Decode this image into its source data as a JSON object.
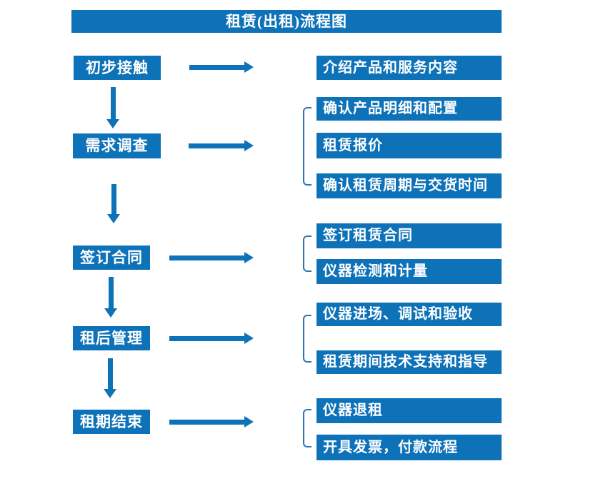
{
  "header": {
    "title": "租赁(出租)流程图"
  },
  "colors": {
    "primary": "#0e72b9",
    "bracket": "#2e75b6",
    "box_text": "#ffffff",
    "canvas": "#ffffff"
  },
  "flow": {
    "steps": [
      {
        "label": "初步接触",
        "details": [
          "介绍产品和服务内容"
        ]
      },
      {
        "label": "需求调查",
        "details": [
          "确认产品明细和配置",
          "租赁报价",
          "确认租赁周期与交货时间"
        ]
      },
      {
        "label": "签订合同",
        "details": [
          "签订租赁合同",
          "仪器检测和计量"
        ]
      },
      {
        "label": "租后管理",
        "details": [
          "仪器进场、调试和验收",
          "租赁期间技术支持和指导"
        ]
      },
      {
        "label": "租期结束",
        "details": [
          "仪器退租",
          "开具发票，付款流程"
        ]
      }
    ]
  }
}
